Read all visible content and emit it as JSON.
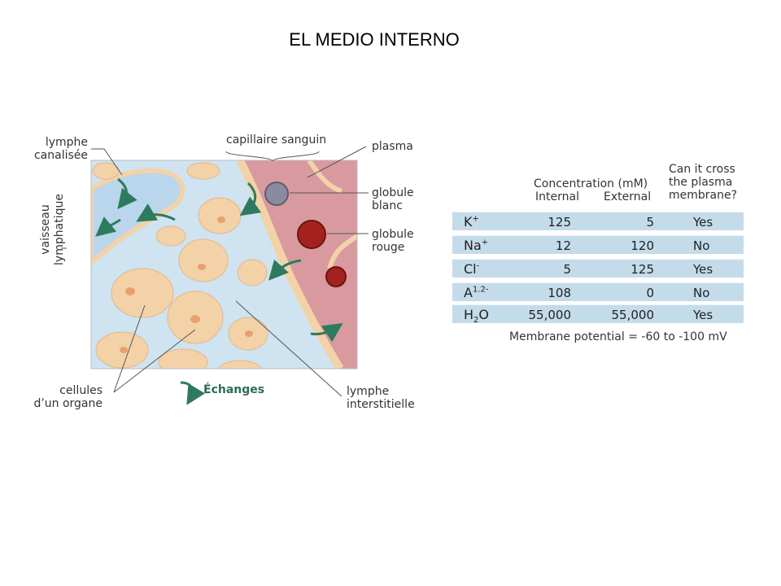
{
  "title": "EL MEDIO INTERNO",
  "diagram": {
    "labels": {
      "lymphe_canalisee_1": "lymphe",
      "lymphe_canalisee_2": "canalisée",
      "capillaire": "capillaire sanguin",
      "plasma": "plasma",
      "globule_blanc_1": "globule",
      "globule_blanc_2": "blanc",
      "globule_rouge_1": "globule",
      "globule_rouge_2": "rouge",
      "vaisseau_1": "vaisseau",
      "vaisseau_2": "lymphatique",
      "cellules_1": "cellules",
      "cellules_2": "d’un organe",
      "echanges": "Échanges",
      "lymphe_inter_1": "lymphe",
      "lymphe_inter_2": "interstitielle"
    },
    "colors": {
      "lymph": "#cfe3f1",
      "cells": "#f3d2a8",
      "nucleus": "#e9a070",
      "blood": "#d89a9e",
      "red_cell": "#a3221e",
      "white_cell": "#8c8aa0",
      "arrow": "#2e7a5e"
    }
  },
  "table": {
    "header": {
      "concentration": "Concentration (mM)",
      "internal": "Internal",
      "external": "External",
      "cross_1": "Can it cross",
      "cross_2": "the plasma",
      "cross_3": "membrane?"
    },
    "rows": [
      {
        "ion": "K",
        "sup": "+",
        "sub": "",
        "tail": "",
        "internal": "125",
        "external": "5",
        "cross": "Yes"
      },
      {
        "ion": "Na",
        "sup": "+",
        "sub": "",
        "tail": "",
        "internal": "12",
        "external": "120",
        "cross": "No"
      },
      {
        "ion": "Cl",
        "sup": "-",
        "sub": "",
        "tail": "",
        "internal": "5",
        "external": "125",
        "cross": "Yes"
      },
      {
        "ion": "A",
        "sup": "1.2-",
        "sub": "",
        "tail": "",
        "internal": "108",
        "external": "0",
        "cross": "No"
      },
      {
        "ion": "H",
        "sup": "",
        "sub": "2",
        "tail": "O",
        "internal": "55,000",
        "external": "55,000",
        "cross": "Yes"
      }
    ],
    "footer": "Membrane potential = -60 to -100 mV",
    "row_color": "#c4dbea"
  }
}
